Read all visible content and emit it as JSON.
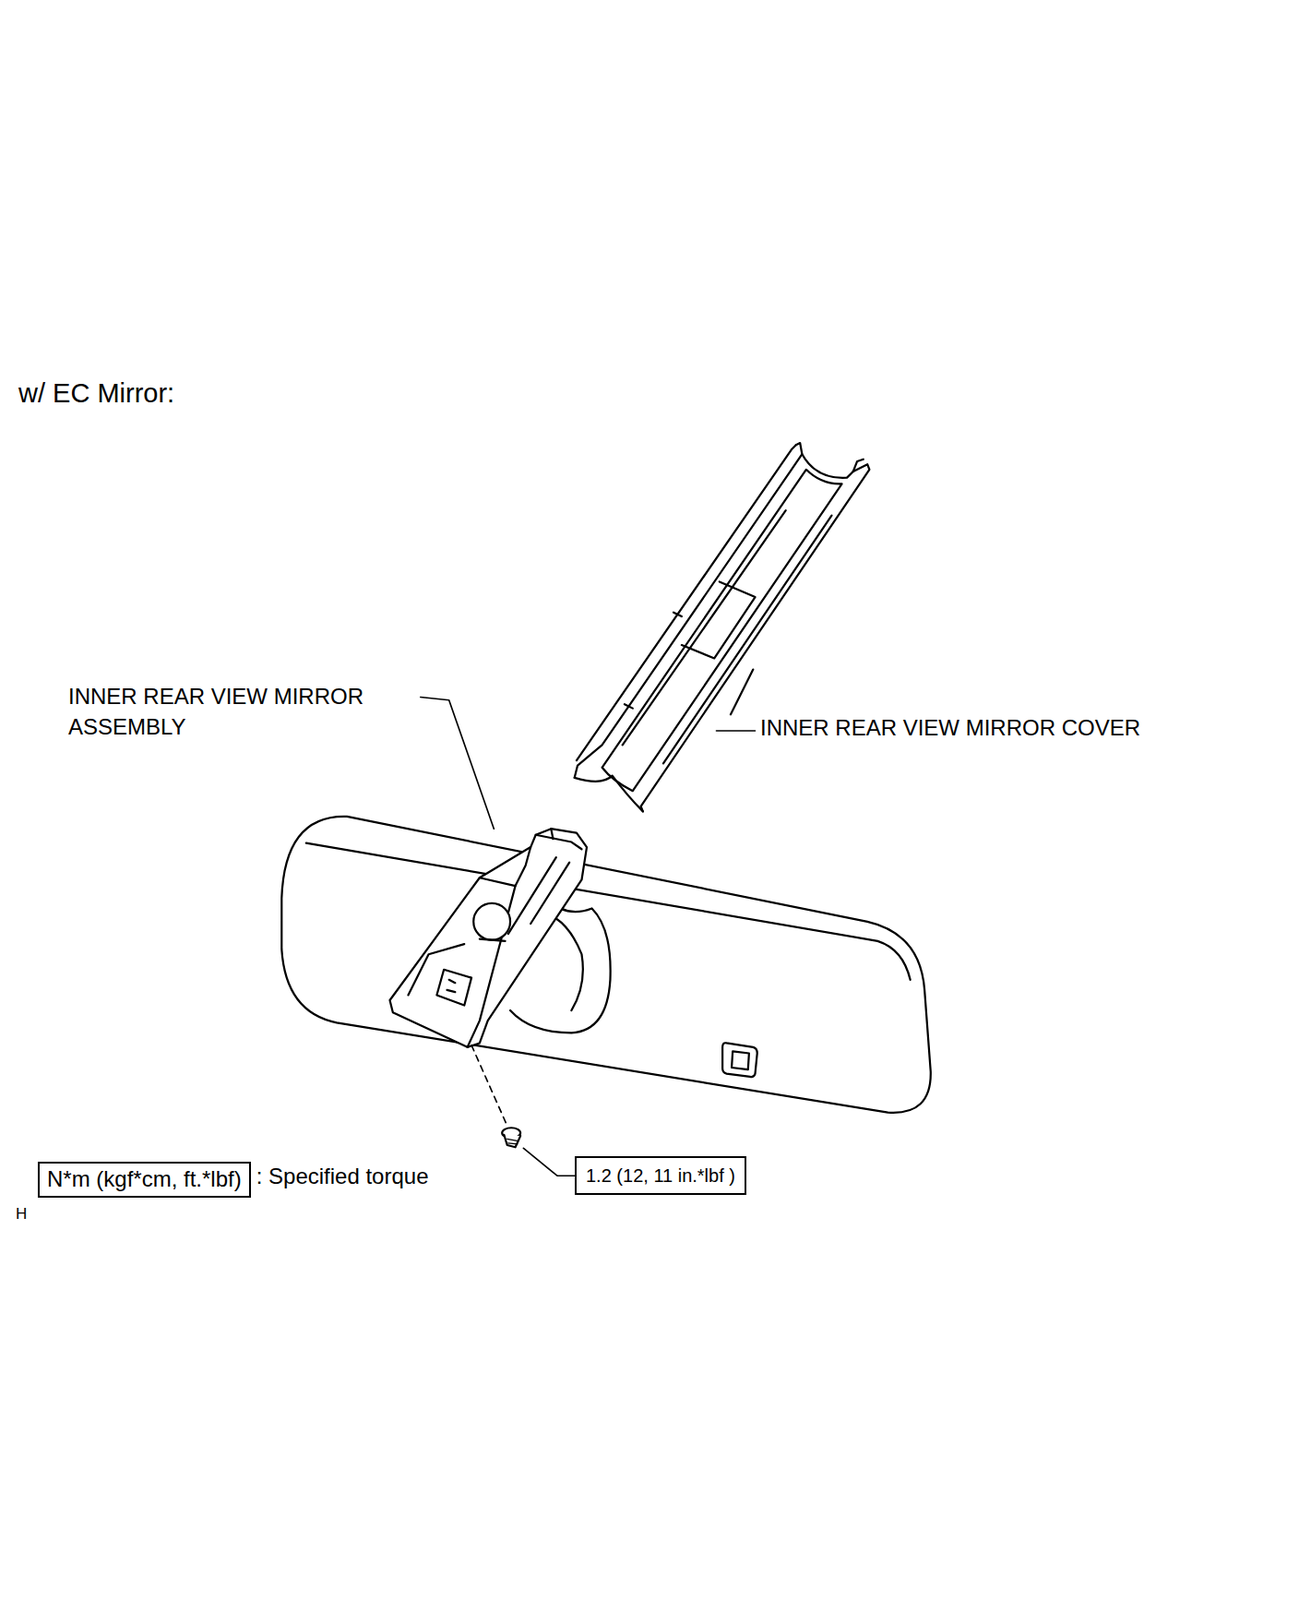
{
  "diagram": {
    "nodes": [
      {
        "text": [
          "N*m (kgf*cm, ft.*lbf)"
        ]
      },
      {
        "text": [
          "1.2 (12, 11 in.*lbf )"
        ]
      }
    ],
    "labels": [
      "w/ EC Mirror:",
      "INNER REAR VIEW MIRROR ASSEMBLY",
      "INNER REAR VIEW MIRROR COVER",
      ": Specified torque",
      "H"
    ]
  }
}
